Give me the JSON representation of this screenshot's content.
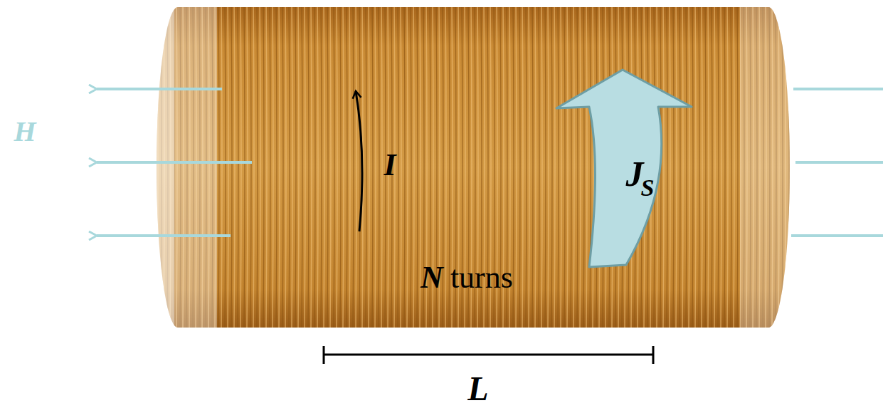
{
  "diagram": {
    "labels": [
      "H",
      "I",
      "J",
      "S",
      "N",
      "turns",
      "L"
    ]
  }
}
